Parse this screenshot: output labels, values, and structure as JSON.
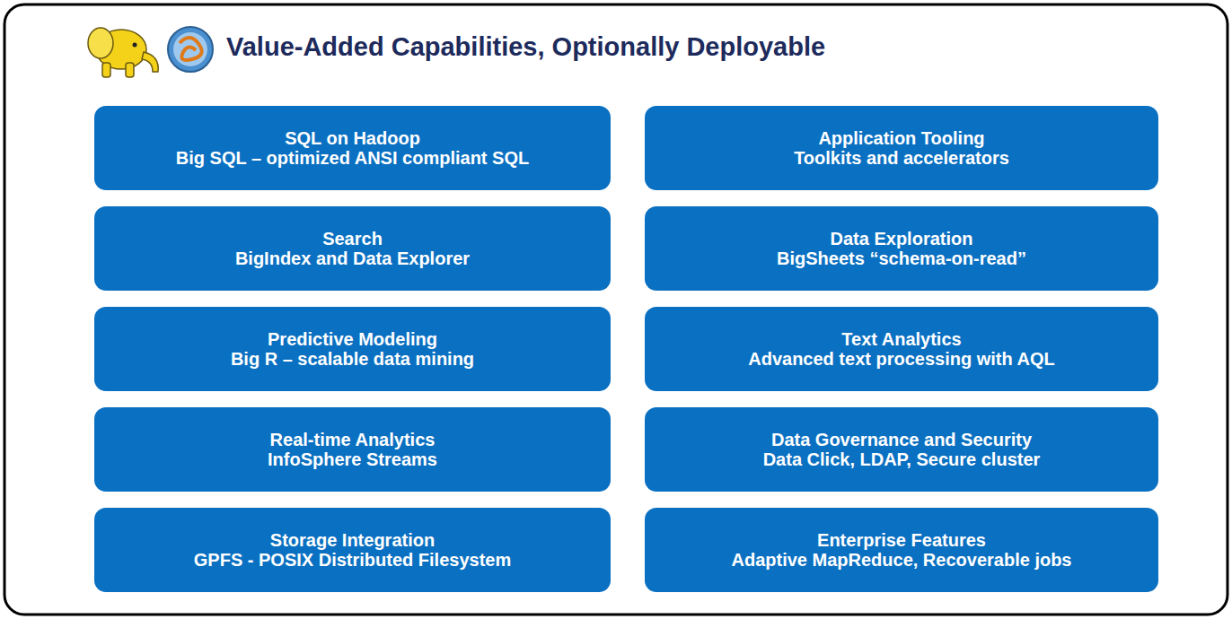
{
  "diagram": {
    "title": "Value-Added Capabilities, Optionally Deployable",
    "nodes": [
      {
        "text": [
          "SQL on Hadoop",
          "Big SQL – optimized ANSI compliant SQL"
        ]
      },
      {
        "text": [
          "Application Tooling",
          "Toolkits and accelerators"
        ]
      },
      {
        "text": [
          "Search",
          "BigIndex and Data Explorer"
        ]
      },
      {
        "text": [
          "Data Exploration",
          "BigSheets “schema-on-read”"
        ]
      },
      {
        "text": [
          "Predictive Modeling",
          "Big R – scalable data mining"
        ]
      },
      {
        "text": [
          "Text Analytics",
          "Advanced text processing with AQL"
        ]
      },
      {
        "text": [
          "Real-time Analytics",
          "InfoSphere Streams"
        ]
      },
      {
        "text": [
          "Data Governance and Security",
          "Data Click, LDAP, Secure cluster"
        ]
      },
      {
        "text": [
          "Storage Integration",
          "GPFS - POSIX Distributed Filesystem"
        ]
      },
      {
        "text": [
          "Enterprise Features",
          "Adaptive MapReduce, Recoverable jobs"
        ]
      }
    ]
  }
}
